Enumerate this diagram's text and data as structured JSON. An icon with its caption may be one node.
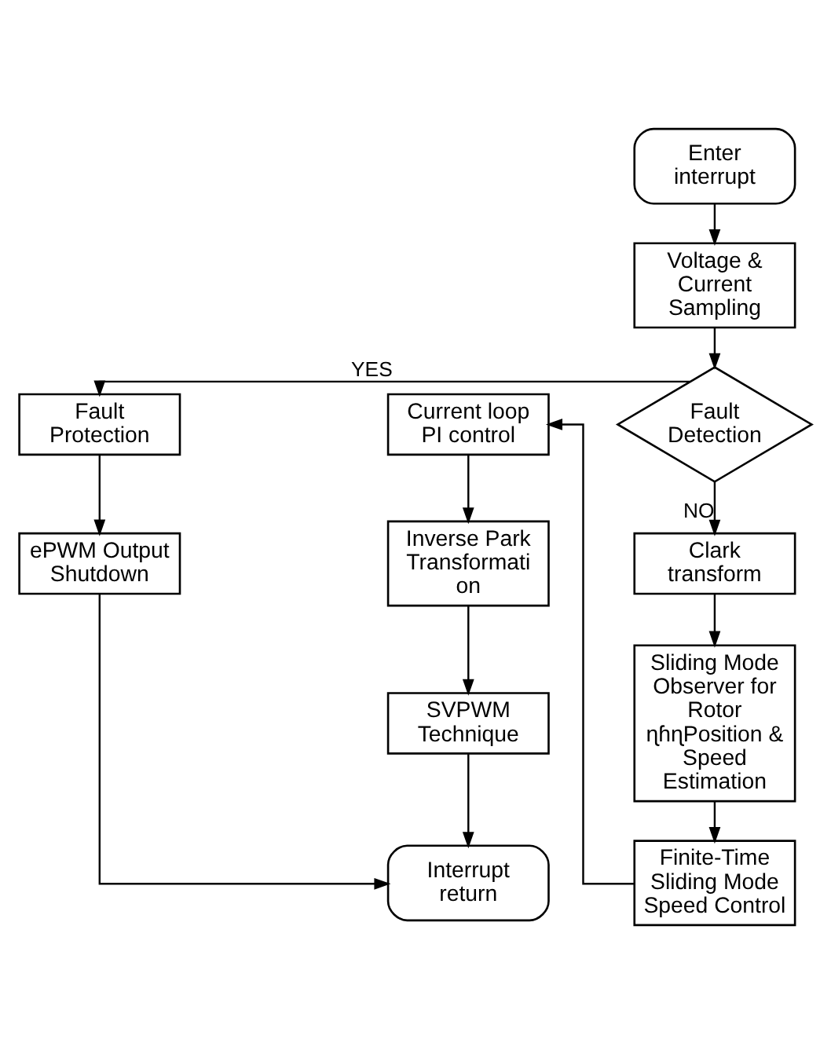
{
  "diagram": {
    "nodes": [
      {
        "text": [
          "Enter interrupt"
        ]
      },
      {
        "text": [
          "Voltage & Current Sampling"
        ]
      },
      {
        "text": [
          "Fault Detection"
        ]
      },
      {
        "text": [
          "Fault Protection"
        ]
      },
      {
        "text": [
          "ePWM Output Shutdown"
        ]
      },
      {
        "text": [
          "Clark transform"
        ]
      },
      {
        "text": [
          "Sliding Mode Observer for Rotor ɳɦɳPosition & Speed Estimation"
        ]
      },
      {
        "text": [
          "Finite-Time Sliding Mode Speed Control"
        ]
      },
      {
        "text": [
          "Current loop PI control"
        ]
      },
      {
        "text": [
          "Inverse Park Transformati on"
        ]
      },
      {
        "text": [
          "SVPWM Technique"
        ]
      },
      {
        "text": [
          "Interrupt return"
        ]
      }
    ],
    "edges": [
      {
        "from": 0,
        "to": 1,
        "arrow": "to"
      },
      {
        "from": 1,
        "to": 2,
        "arrow": "to"
      },
      {
        "from": 2,
        "to": 3,
        "arrow": "to",
        "label": "YES"
      },
      {
        "from": 3,
        "to": 4,
        "arrow": "to"
      },
      {
        "from": 2,
        "to": 5,
        "arrow": "to",
        "label": "NO"
      },
      {
        "from": 5,
        "to": 6,
        "arrow": "to"
      },
      {
        "from": 6,
        "to": 7,
        "arrow": "to"
      },
      {
        "from": 7,
        "to": 8,
        "arrow": "to"
      },
      {
        "from": 8,
        "to": 9,
        "arrow": "to"
      },
      {
        "from": 9,
        "to": 10,
        "arrow": "to"
      },
      {
        "from": 10,
        "to": 11,
        "arrow": "to"
      },
      {
        "from": 4,
        "to": 11,
        "arrow": "to"
      }
    ]
  }
}
